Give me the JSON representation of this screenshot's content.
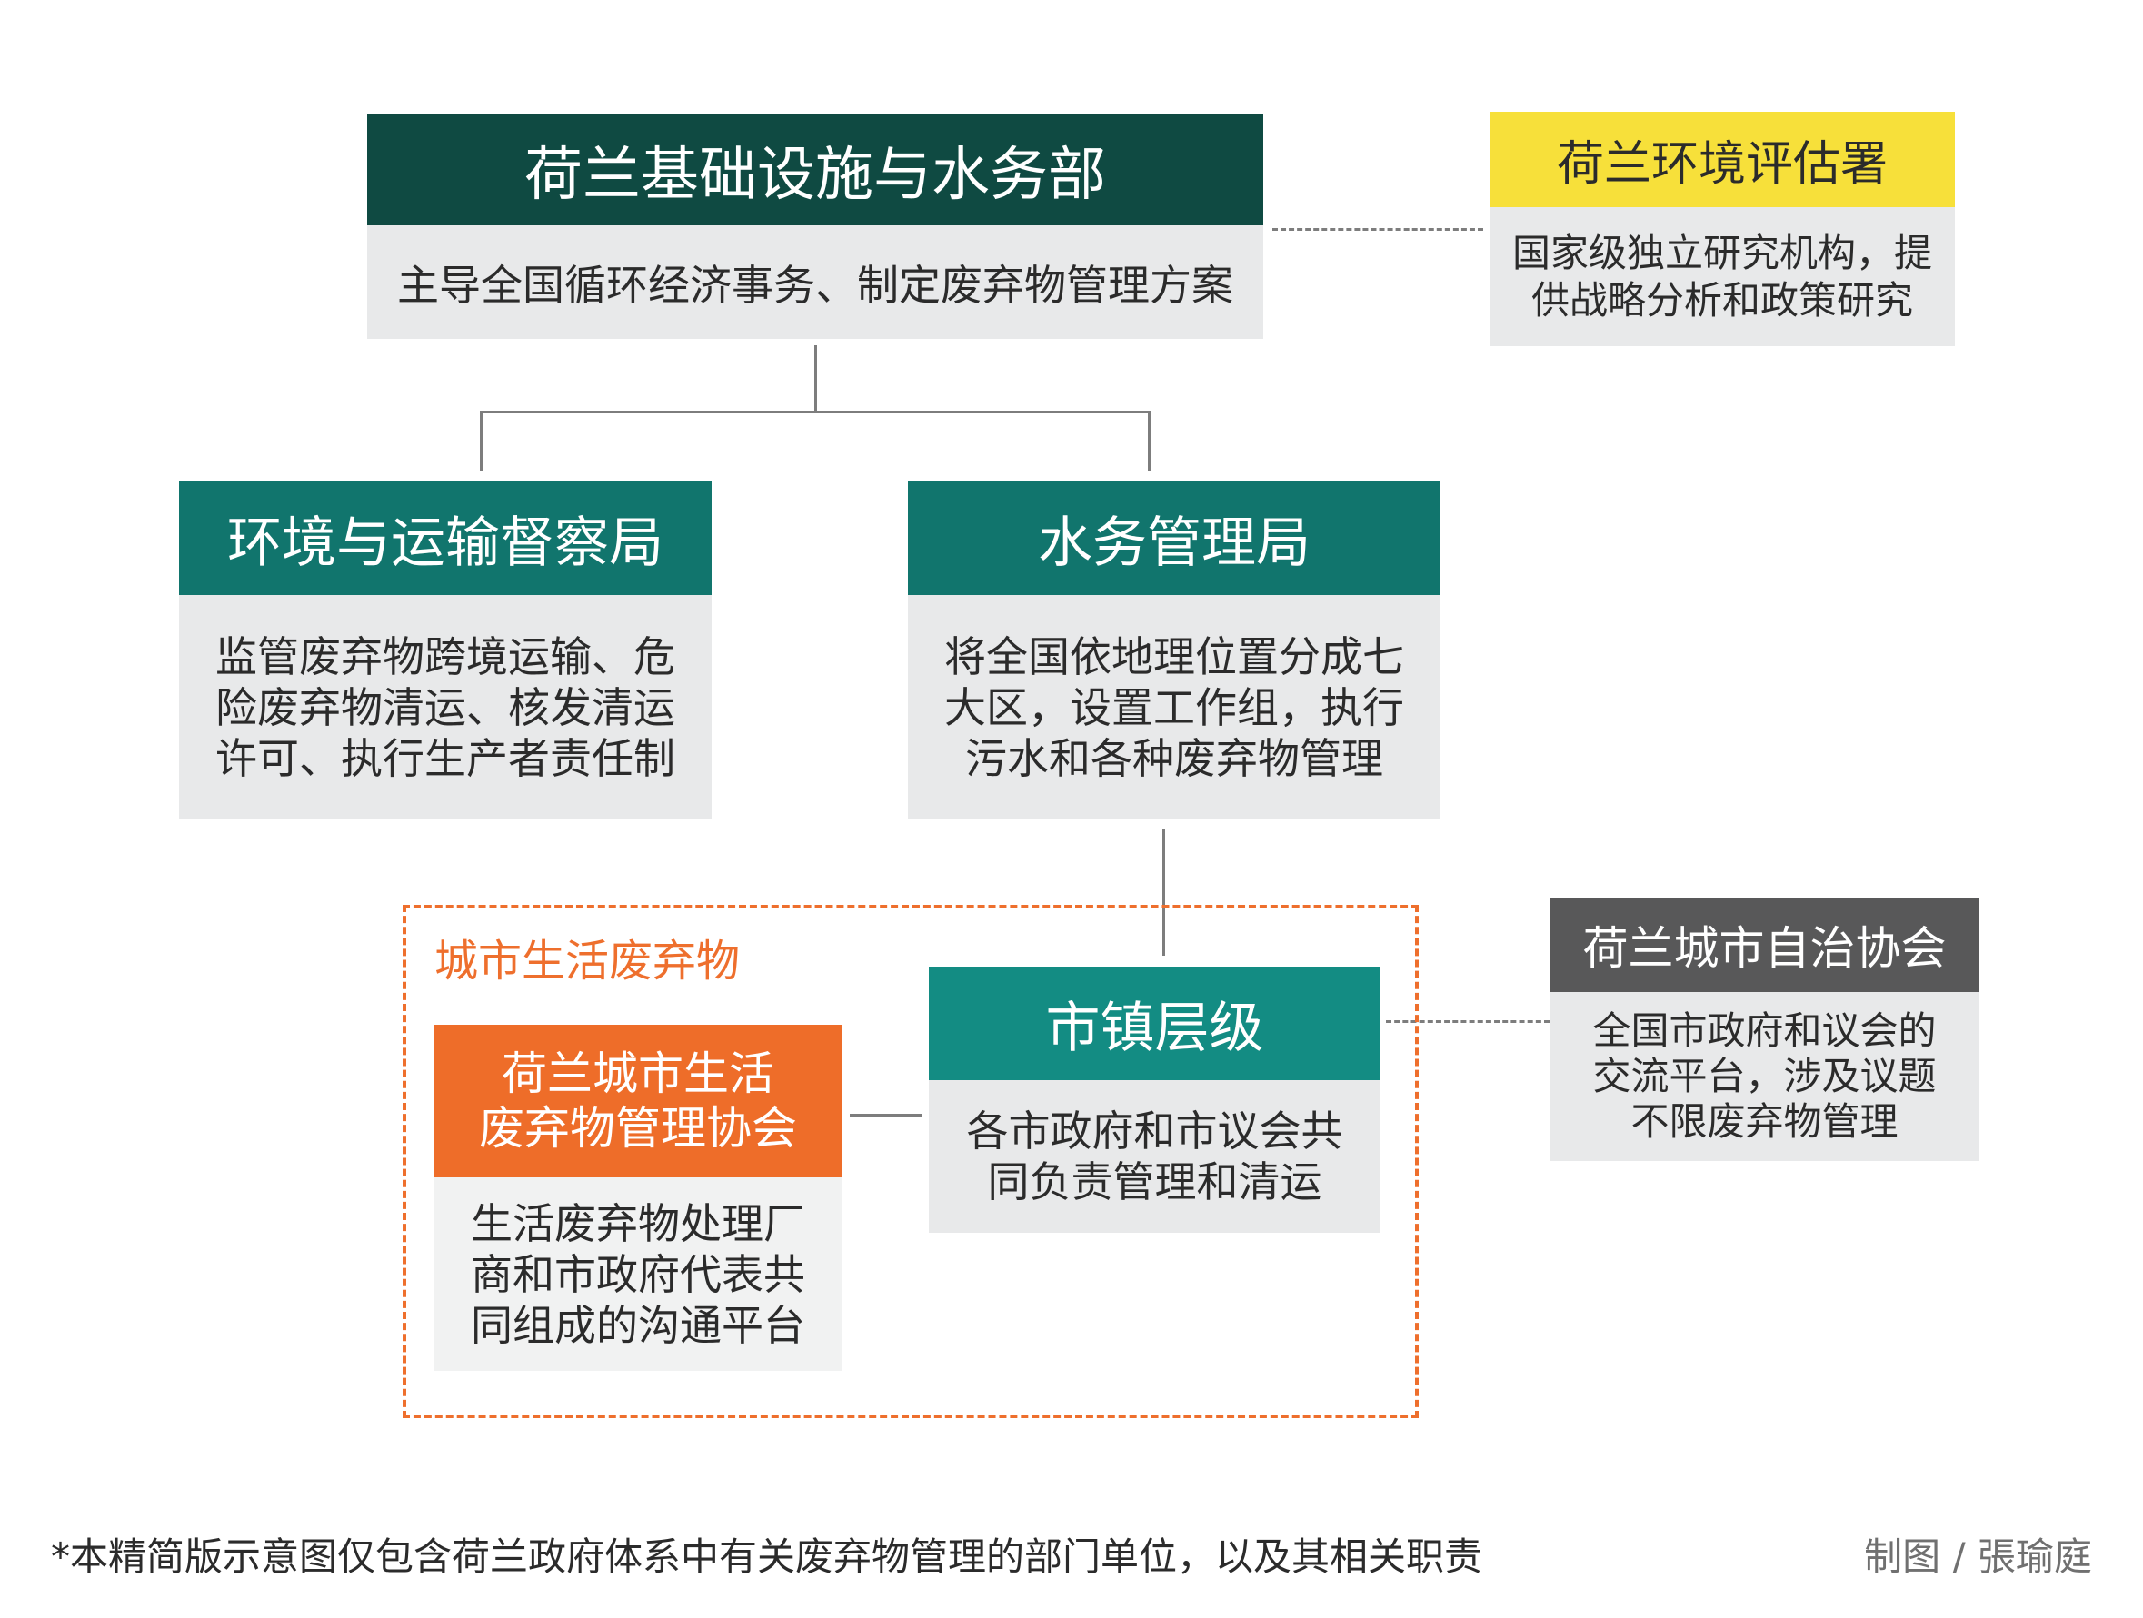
{
  "colors": {
    "dark_green": "#0f4a42",
    "teal": "#11756d",
    "teal_mid": "#138c83",
    "yellow": "#f7e03a",
    "orange": "#ee6d29",
    "gray_head": "#585859",
    "body_bg": "#e8e9ea",
    "region_border": "#ee6f2d"
  },
  "ministry": {
    "title": "荷兰基础设施与水务部",
    "desc": "主导全国循环经济事务、制定废弃物管理方案"
  },
  "assessment_agency": {
    "title": "荷兰环境评估署",
    "desc": "国家级独立研究机构，提\n供战略分析和政策研究"
  },
  "inspectorate": {
    "title": "环境与运输督察局",
    "desc": "监管废弃物跨境运输、危\n险废弃物清运、核发清运\n许可、执行生产者责任制"
  },
  "water_authority": {
    "title": "水务管理局",
    "desc": "将全国依地理位置分成七\n大区，设置工作组，执行\n污水和各种废弃物管理"
  },
  "municipal_waste_region": {
    "label": "城市生活废弃物"
  },
  "municipal_level": {
    "title": "市镇层级",
    "desc": "各市政府和市议会共\n同负责管理和清运"
  },
  "waste_association": {
    "title": "荷兰城市生活\n废弃物管理协会",
    "desc": "生活废弃物处理厂\n商和市政府代表共\n同组成的沟通平台"
  },
  "municipalities_association": {
    "title": "荷兰城市自治协会",
    "desc": "全国市政府和议会的\n交流平台，涉及议题\n不限废弃物管理"
  },
  "footnote": "*本精简版示意图仅包含荷兰政府体系中有关废弃物管理的部门单位，以及其相关职责",
  "credit": "制图 / 張瑜庭"
}
